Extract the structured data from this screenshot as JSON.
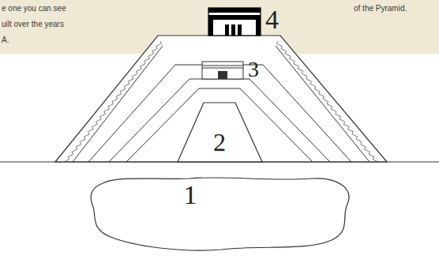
{
  "diagram": {
    "labels": [
      "e one you can see",
      "uilt over the years",
      "A.",
      "of the Pyramid.",
      "4",
      "3",
      "2",
      "1"
    ]
  }
}
